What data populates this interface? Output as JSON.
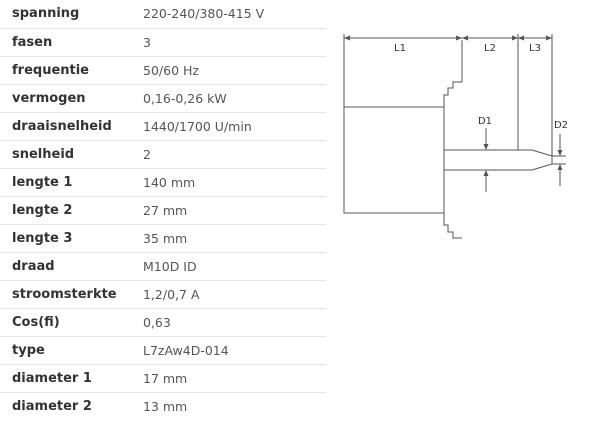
{
  "specs": [
    {
      "key": "spanning",
      "value": "220-240/380-415 V"
    },
    {
      "key": "fasen",
      "value": "3"
    },
    {
      "key": "frequentie",
      "value": "50/60 Hz"
    },
    {
      "key": "vermogen",
      "value": "0,16-0,26 kW"
    },
    {
      "key": "draaisnelheid",
      "value": "1440/1700 U/min"
    },
    {
      "key": "snelheid",
      "value": "2"
    },
    {
      "key": "lengte 1",
      "value": "140 mm"
    },
    {
      "key": "lengte 2",
      "value": "27 mm"
    },
    {
      "key": "lengte 3",
      "value": "35 mm"
    },
    {
      "key": "draad",
      "value": "M10D ID"
    },
    {
      "key": "stroomsterkte",
      "value": "1,2/0,7 A"
    },
    {
      "key": "Cos(fi)",
      "value": "0,63"
    },
    {
      "key": "type",
      "value": "L7zAw4D-014"
    },
    {
      "key": "diameter 1",
      "value": "17 mm"
    },
    {
      "key": "diameter 2",
      "value": "13 mm"
    }
  ],
  "drawing": {
    "labels": {
      "l1": "L1",
      "l2": "L2",
      "l3": "L3",
      "d1": "D1",
      "d2": "D2"
    }
  }
}
